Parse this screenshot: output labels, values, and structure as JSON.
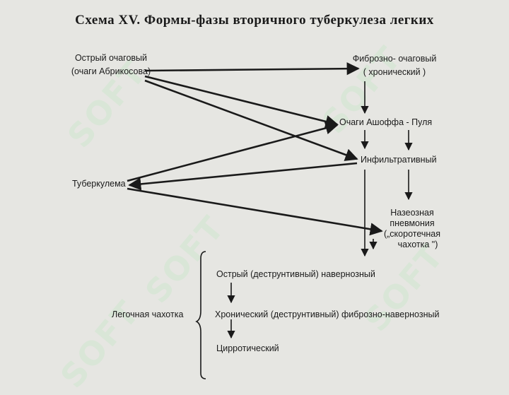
{
  "title": "Схема XV. Формы-фазы вторичного туберкулеза легких",
  "nodes": {
    "acute_focal_1": "Острый очаговый",
    "acute_focal_2": "(очаги Абрикосова)",
    "fibrous_focal_1": "Фиброзно- очаговый",
    "fibrous_focal_2": "( хронический )",
    "ashoff": "Очаги Ашоффа - Пуля",
    "infiltrative": "Инфильтративный",
    "tuberculoma": "Туберкулема",
    "caseous_1": "Назеозная",
    "caseous_2": "пневмония",
    "caseous_3": "(„скоротечная",
    "caseous_4": "чахотка \")",
    "acute_cavernous": "Острый  (деструнтивный) навернозный",
    "phthisis": "Легочная  чахотка",
    "chronic_cavernous": "Хронический (деструнтивный)  фиброзно-навернозный",
    "cirrhotic": "Цирротический"
  },
  "watermark": "SOFT",
  "colors": {
    "background": "#e6e6e2",
    "ink": "#1a1a1a",
    "watermark": "#cfe6cf"
  }
}
